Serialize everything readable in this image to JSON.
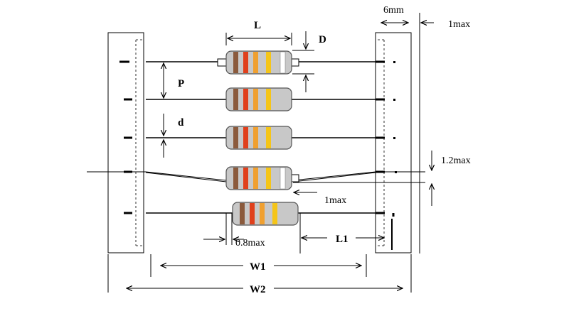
{
  "labels": {
    "L": "L",
    "D": "D",
    "P": "P",
    "d": "d",
    "six_mm": "6mm",
    "one_max_top": "1max",
    "one_two_max": "1.2max",
    "one_max_mid": "1max",
    "zero_eight_max": "0.8max",
    "L1": "L1",
    "W1": "W1",
    "W2": "W2"
  },
  "colors": {
    "line": "#000000",
    "resistor_body": "#c8c8c8",
    "resistor_edge": "#555555",
    "band_brown": "#8b5a3c",
    "band_red": "#e0401c",
    "band_orange": "#f0a030",
    "band_yellow": "#f5c518",
    "band_white": "#ffffff"
  },
  "resistors": [
    {
      "bands": [
        "band_brown",
        "band_red",
        "band_orange",
        "band_yellow",
        "band_white"
      ]
    },
    {
      "bands": [
        "band_brown",
        "band_red",
        "band_orange",
        "band_yellow"
      ]
    },
    {
      "bands": [
        "band_brown",
        "band_red",
        "band_orange",
        "band_yellow"
      ]
    },
    {
      "bands": [
        "band_brown",
        "band_red",
        "band_orange",
        "band_yellow",
        "band_white"
      ]
    },
    {
      "bands": [
        "band_brown",
        "band_red",
        "band_orange",
        "band_yellow"
      ]
    }
  ]
}
